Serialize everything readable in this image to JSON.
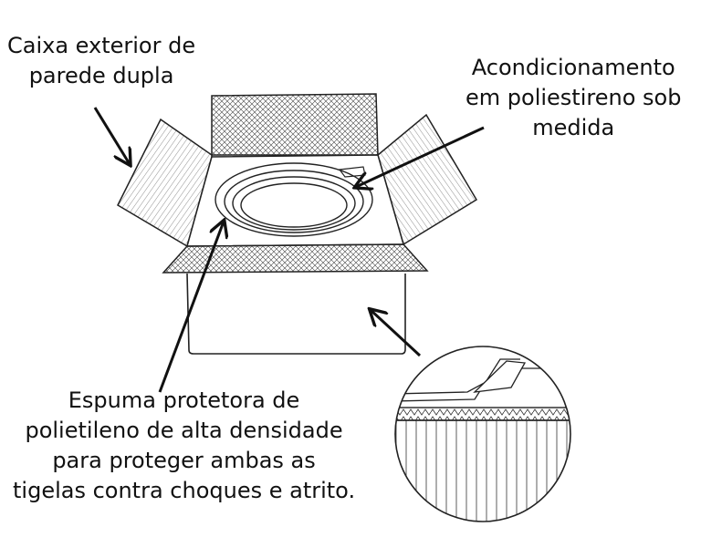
{
  "labels": {
    "outer_box": [
      "Caixa exterior de",
      "parede dupla"
    ],
    "polystyrene": [
      "Acondicionamento",
      "em poliestireno sob",
      "medida"
    ],
    "foam": [
      "Espuma protetora de",
      "polietileno de alta densidade",
      "para proteger ambas as",
      "tigelas contra choques e atrito."
    ]
  },
  "colors": {
    "ink": "#111111",
    "paper": "#ffffff"
  }
}
